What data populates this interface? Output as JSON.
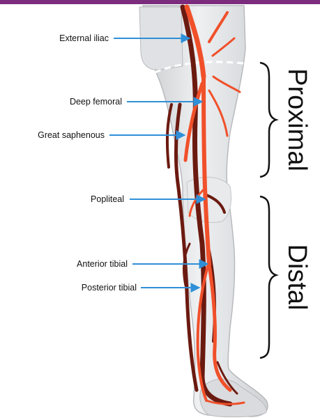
{
  "labels": {
    "external_iliac": "External iliac",
    "deep_femoral": "Deep femoral",
    "great_saphenous": "Great saphenous",
    "popliteal": "Popliteal",
    "anterior_tibial": "Anterior tibial",
    "posterior_tibial": "Posterior tibial"
  },
  "regions": {
    "proximal": "Proximal",
    "distal": "Distal"
  },
  "colors": {
    "artery": "#f0502a",
    "vein": "#6b1a10",
    "pointer": "#2f8fd8",
    "skin": "#e2e4e6",
    "header_band": "#7b2c7d"
  }
}
